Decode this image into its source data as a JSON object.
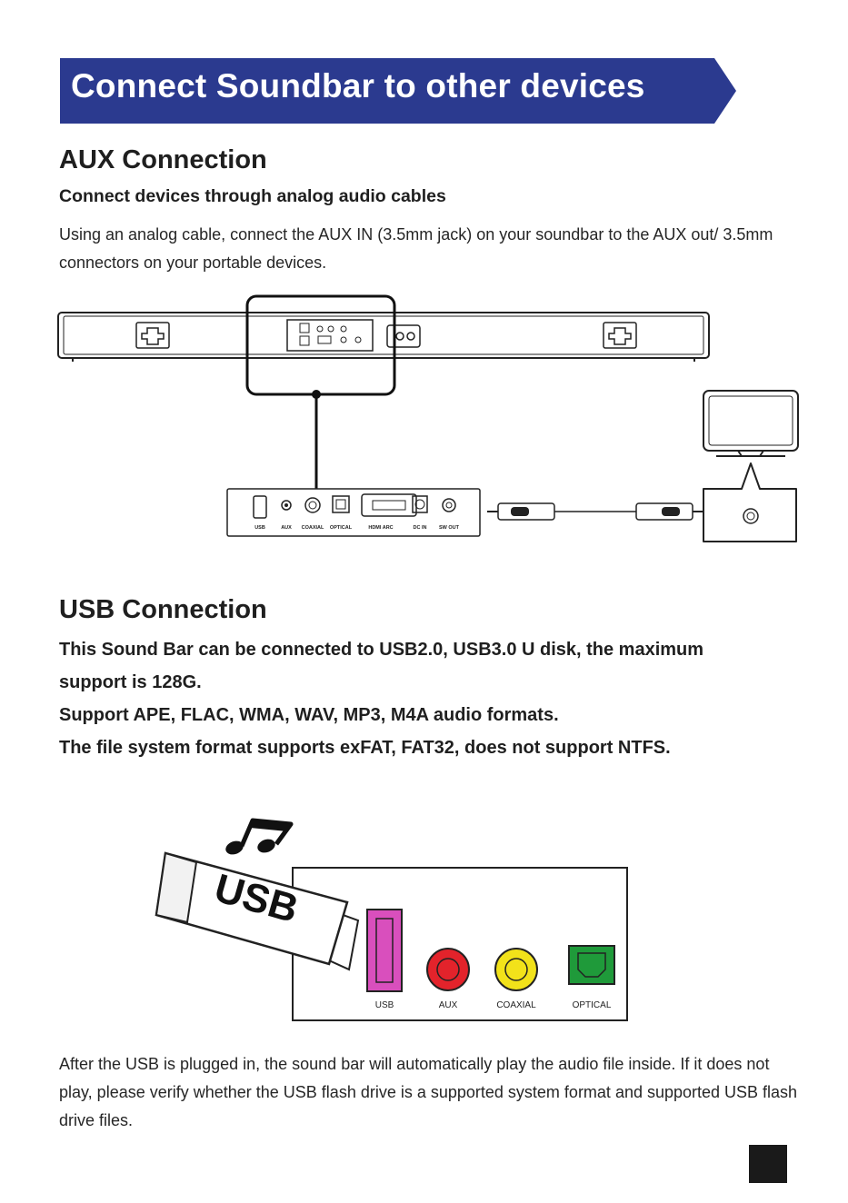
{
  "header": {
    "title": "Connect Soundbar to other devices"
  },
  "aux": {
    "heading": "AUX Connection",
    "subheading": "Connect devices through analog audio cables",
    "body": "Using an analog cable, connect the AUX IN (3.5mm jack) on your soundbar to the AUX out/ 3.5mm connectors on your portable devices."
  },
  "panel_labels": {
    "usb": "USB",
    "aux": "AUX",
    "coaxial": "COAXIAL",
    "optical": "OPTICAL",
    "hdmi": "HDMI ARC",
    "dc": "DC IN",
    "sw": "SW OUT"
  },
  "usb": {
    "heading": "USB Connection",
    "lines": [
      "This Sound Bar can be connected to USB2.0, USB3.0 U disk, the maximum",
      "support is 128G.",
      "Support APE, FLAC, WMA, WAV, MP3, M4A audio formats.",
      "The file system format supports exFAT, FAT32, does not support NTFS."
    ],
    "drive_label": "USB",
    "port_labels": {
      "usb": "USB",
      "aux": "AUX",
      "coaxial": "COAXIAL",
      "optical": "OPTICAL"
    },
    "footer": "After the USB is plugged in, the sound bar will automatically play the audio file inside. If it does not play, please verify whether the USB flash drive is a supported system format and supported USB flash drive files."
  },
  "colors": {
    "banner": "#2b3a8f",
    "usb_port": "#d94fbd",
    "aux_port": "#e3232b",
    "coaxial_port": "#f2e21a",
    "optical_port": "#1f9a3a"
  }
}
